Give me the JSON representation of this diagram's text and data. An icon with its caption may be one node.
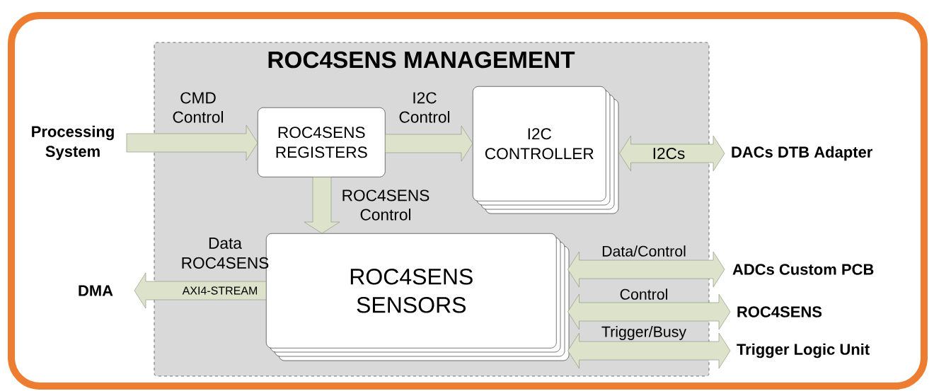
{
  "diagram": {
    "nodes": [
      {
        "text": [
          "ROC4SENS MANAGEMENT"
        ]
      },
      {
        "text": [
          "Processing System"
        ]
      },
      {
        "text": [
          "ROC4SENS REGISTERS"
        ],
        "in": 0
      },
      {
        "text": [
          "I2C CONTROLLER"
        ],
        "in": 0
      },
      {
        "text": [
          "DACs DTB Adapter"
        ]
      },
      {
        "text": [
          "ROC4SENS SENSORS"
        ],
        "in": 0
      },
      {
        "text": [
          "DMA"
        ]
      },
      {
        "text": [
          "ADCs Custom PCB"
        ]
      },
      {
        "text": [
          "ROC4SENS"
        ]
      },
      {
        "text": [
          "Trigger Logic Unit"
        ]
      }
    ],
    "edges": [
      {
        "from": 1,
        "to": 2,
        "arrow": "to",
        "label": "CMD Control"
      },
      {
        "from": 2,
        "to": 3,
        "arrow": "to",
        "label": "I2C Control"
      },
      {
        "from": 3,
        "to": 4,
        "arrow": "both",
        "label": "I2Cs"
      },
      {
        "from": 2,
        "to": 5,
        "arrow": "to",
        "label": "ROC4SENS Control"
      },
      {
        "from": 5,
        "to": 6,
        "arrow": "to",
        "label": "AXI4-STREAM"
      },
      {
        "from": 5,
        "to": 7,
        "arrow": "both",
        "label": "Data/Control"
      },
      {
        "from": 5,
        "to": 8,
        "arrow": "both",
        "label": "Control"
      },
      {
        "from": 5,
        "to": 9,
        "arrow": "both",
        "label": "Trigger/Busy"
      }
    ],
    "labels": [
      "Data ROC4SENS"
    ]
  }
}
